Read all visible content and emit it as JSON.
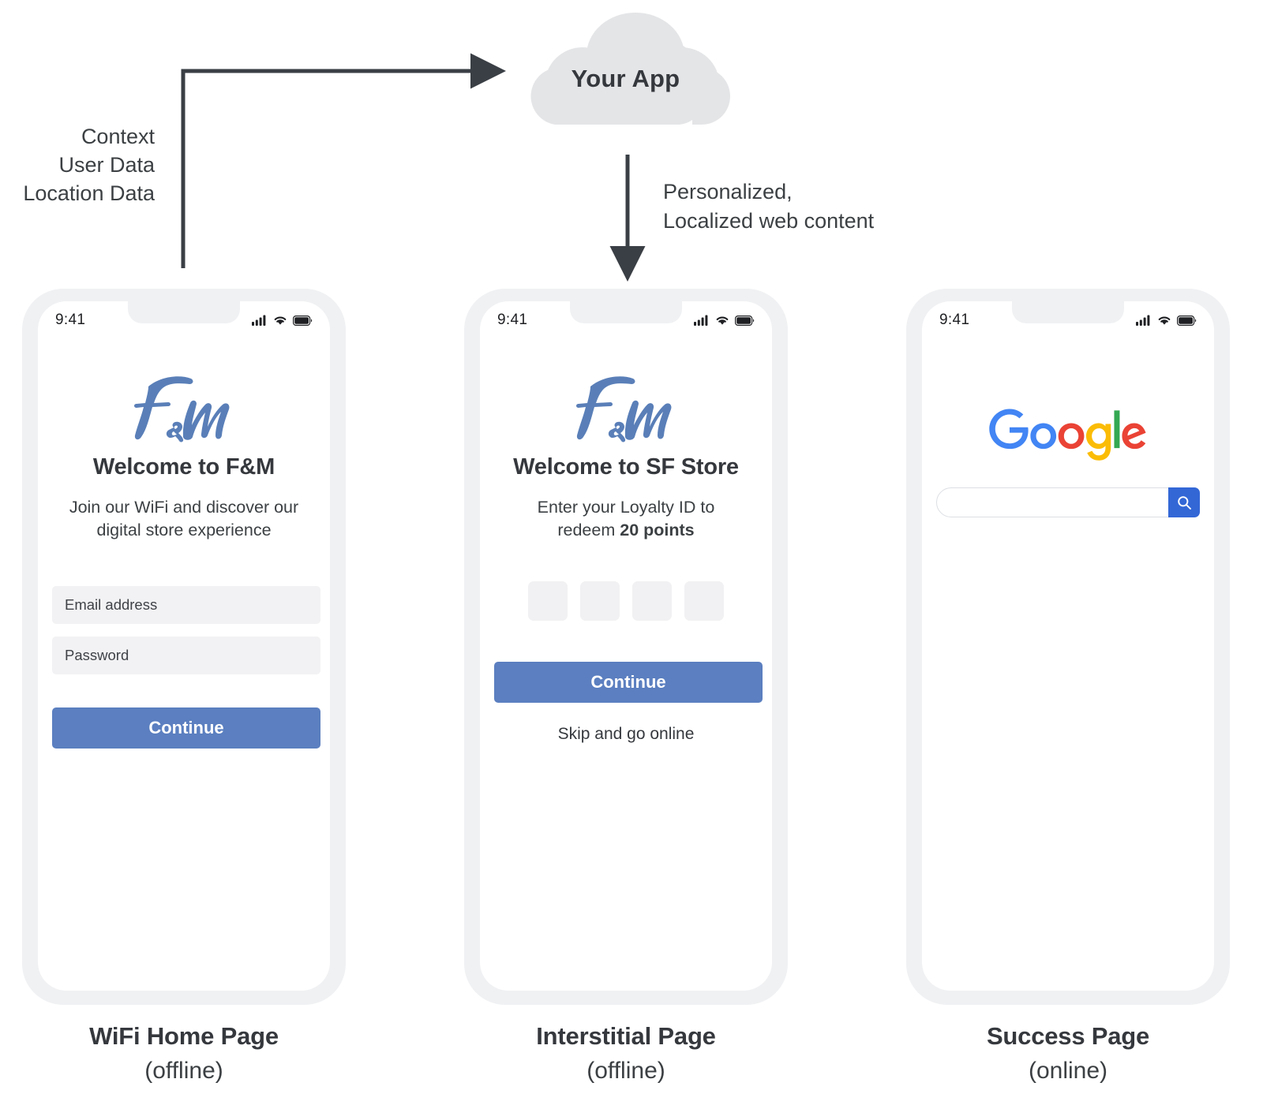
{
  "cloud": {
    "label": "Your App",
    "icon": "cloud-icon",
    "color": "#e4e5e7"
  },
  "connectors": {
    "to_app_label": "Context\nUser Data\nLocation Data",
    "to_app_lines": [
      "Context",
      "User Data",
      "Location Data"
    ],
    "from_app_lines": [
      "Personalized,",
      "Localized web content"
    ],
    "arrow_color": "#3a3f45"
  },
  "accent": {
    "brand_blue": "#5b7fc0",
    "logo_blue": "#5a7fb8",
    "google_button_blue": "#3367d6",
    "field_gray": "#f2f2f4",
    "frame_gray": "#f0f1f3"
  },
  "status_bar": {
    "time": "9:41",
    "signal_icon": "cellular-signal-icon",
    "wifi_icon": "wifi-icon",
    "battery_icon": "battery-icon"
  },
  "phones": [
    {
      "id": "wifi",
      "logo": "fm-logo",
      "title": "Welcome to F&M",
      "subtitle": "Join our WiFi and discover our digital store experience",
      "fields": [
        {
          "name": "email",
          "placeholder": "Email address",
          "value": ""
        },
        {
          "name": "password",
          "placeholder": "Password",
          "value": ""
        }
      ],
      "primary_button": "Continue",
      "caption_title": "WiFi Home Page",
      "caption_sub": "(offline)"
    },
    {
      "id": "interstitial",
      "logo": "fm-logo",
      "title": "Welcome to SF Store",
      "subtitle_line1": "Enter your Loyalty ID to",
      "subtitle_line2_prefix": "redeem ",
      "subtitle_line2_strong": "20 points",
      "otp_boxes": [
        "",
        "",
        "",
        ""
      ],
      "otp_count": 4,
      "primary_button": "Continue",
      "skip_link": "Skip and go online",
      "caption_title": "Interstitial Page",
      "caption_sub": "(offline)"
    },
    {
      "id": "google",
      "logo": "google-logo",
      "logo_text": "Google",
      "search_placeholder": "",
      "search_value": "",
      "search_button_icon": "search-icon",
      "caption_title": "Success Page",
      "caption_sub": "(online)"
    }
  ]
}
